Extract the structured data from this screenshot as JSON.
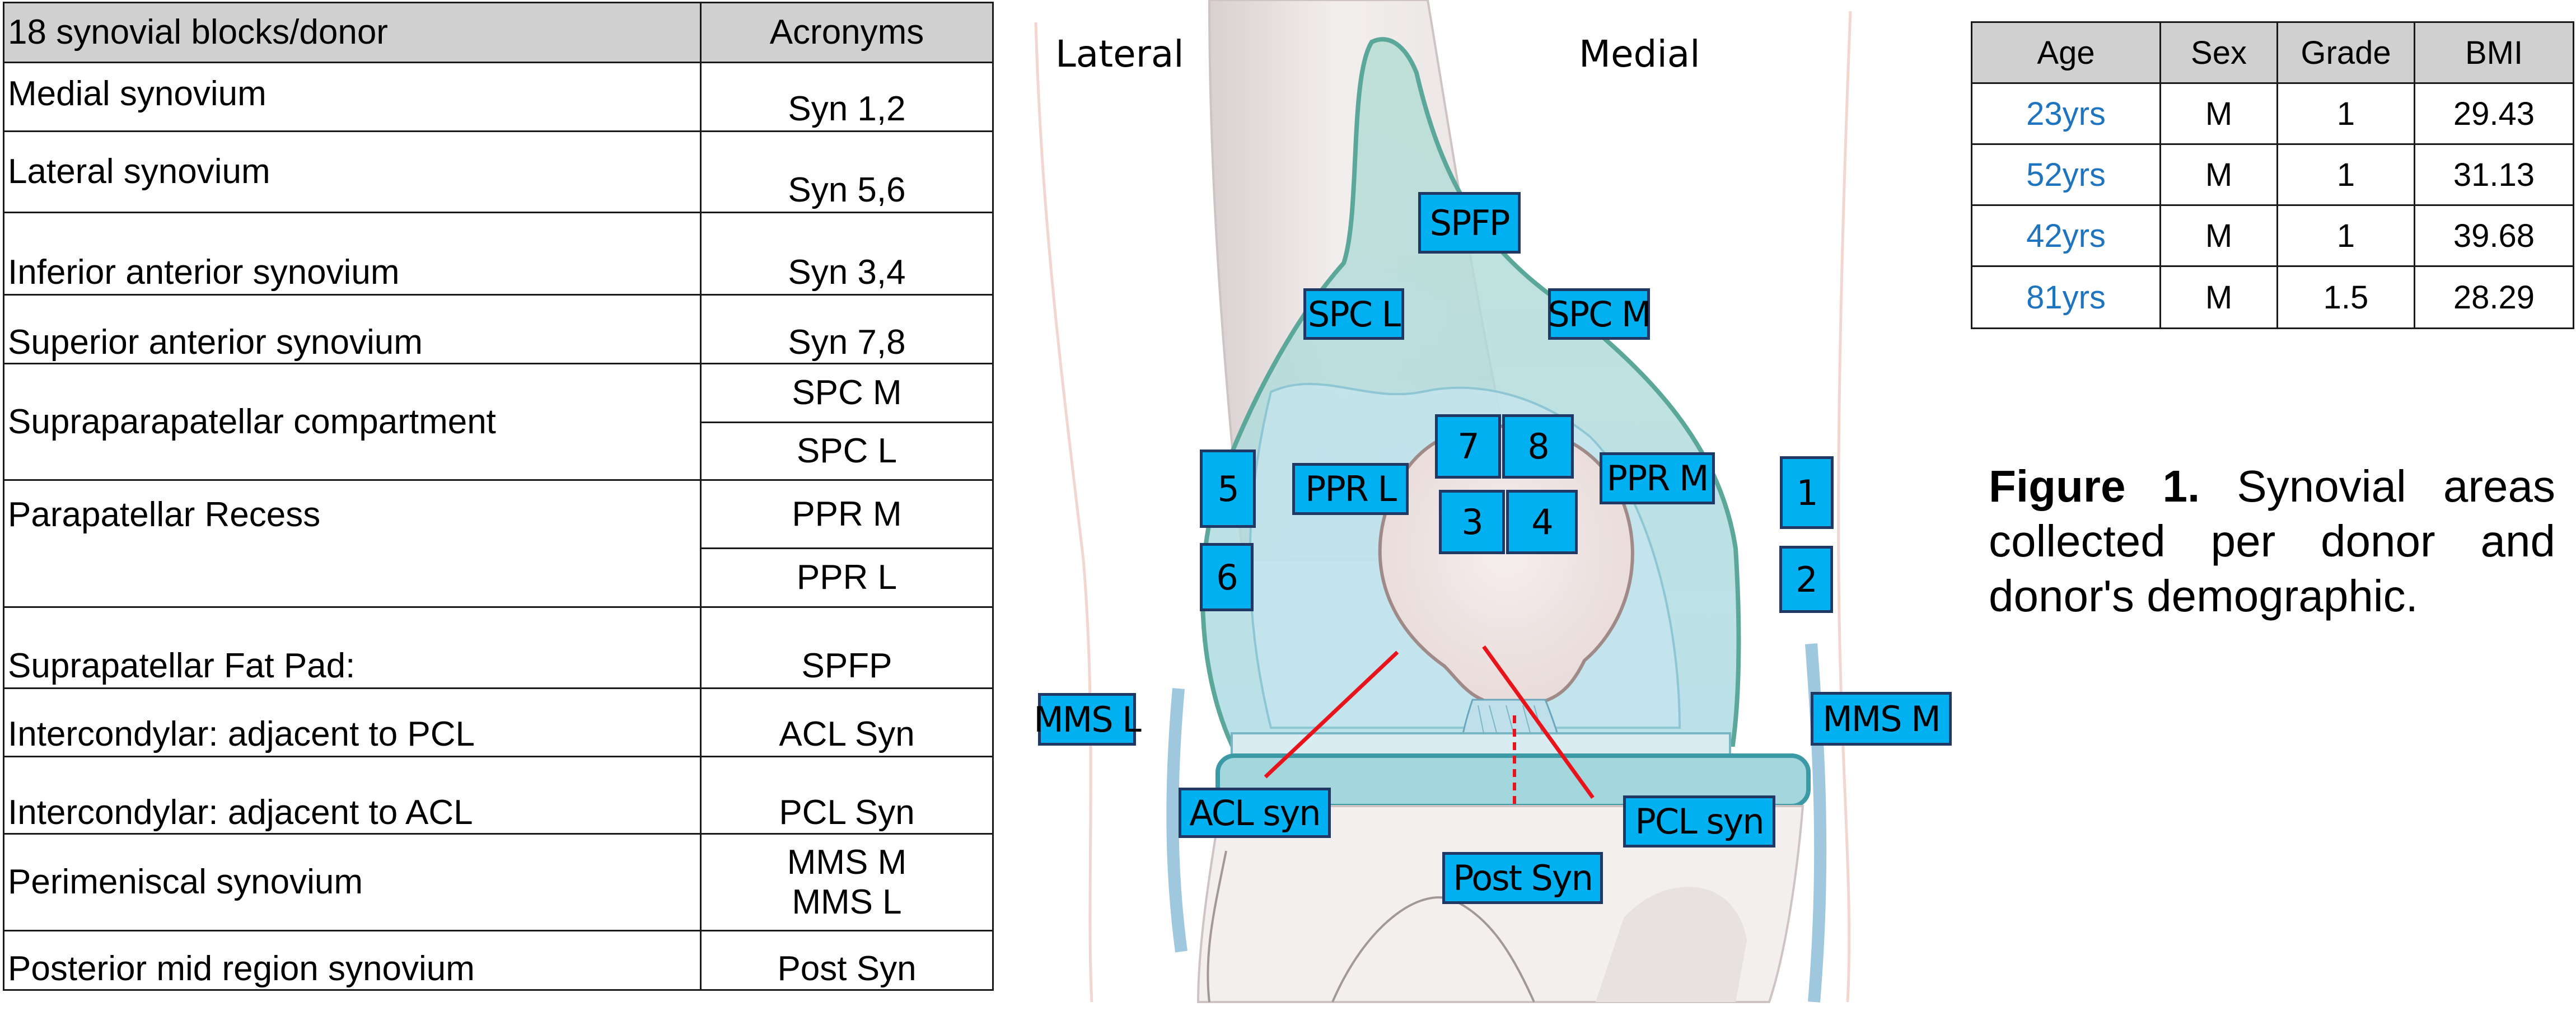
{
  "blocks_table": {
    "header": {
      "region": "18 synovial blocks/donor",
      "acronym": "Acronyms"
    },
    "rows": [
      {
        "region": "Medial synovium",
        "acronyms": [
          "Syn 1,2"
        ]
      },
      {
        "region": "Lateral synovium",
        "acronyms": [
          "Syn 5,6"
        ]
      },
      {
        "region": "Inferior anterior synovium",
        "acronyms": [
          "Syn 3,4"
        ]
      },
      {
        "region": "Superior anterior synovium",
        "acronyms": [
          "Syn 7,8"
        ]
      },
      {
        "region": "Supraparapatellar compartment",
        "acronyms": [
          "SPC M",
          "SPC L"
        ]
      },
      {
        "region": "Parapatellar Recess",
        "acronyms": [
          "PPR M",
          "PPR L"
        ]
      },
      {
        "region": "Suprapatellar Fat Pad:",
        "acronyms": [
          "SPFP"
        ]
      },
      {
        "region": "Intercondylar: adjacent to PCL",
        "acronyms": [
          "ACL Syn"
        ]
      },
      {
        "region": "Intercondylar: adjacent to ACL",
        "acronyms": [
          "PCL Syn"
        ]
      },
      {
        "region": "Perimeniscal synovium",
        "acronyms": [
          "MMS M",
          "MMS L"
        ]
      },
      {
        "region": "Posterior mid region synovium",
        "acronyms": [
          "Post Syn"
        ]
      }
    ]
  },
  "knee_diagram": {
    "side_labels": {
      "lateral": "Lateral",
      "medial": "Medial"
    },
    "markers": {
      "spfp": "SPFP",
      "spc_l": "SPC L",
      "spc_m": "SPC M",
      "syn7": "7",
      "syn8": "8",
      "syn3": "3",
      "syn4": "4",
      "syn5": "5",
      "syn6": "6",
      "syn1": "1",
      "syn2": "2",
      "ppr_l": "PPR L",
      "ppr_m": "PPR M",
      "mms_l": "MMS L",
      "mms_m": "MMS M",
      "acl_syn": "ACL syn",
      "pcl_syn": "PCL syn",
      "post_syn": "Post Syn"
    },
    "colors": {
      "marker_fill": "#00b0f0",
      "marker_border": "#1f3864",
      "pointer_line": "#e8141c"
    }
  },
  "demographics_table": {
    "headers": [
      "Age",
      "Sex",
      "Grade",
      "BMI"
    ],
    "rows": [
      {
        "age": "23yrs",
        "sex": "M",
        "grade": "1",
        "bmi": "29.43"
      },
      {
        "age": "52yrs",
        "sex": "M",
        "grade": "1",
        "bmi": "31.13"
      },
      {
        "age": "42yrs",
        "sex": "M",
        "grade": "1",
        "bmi": "39.68"
      },
      {
        "age": "81yrs",
        "sex": "M",
        "grade": "1.5",
        "bmi": "28.29"
      }
    ],
    "age_color": "#1f74c0"
  },
  "caption": {
    "label": "Figure 1.",
    "text": " Synovial areas collected per donor and donor's demographic."
  }
}
